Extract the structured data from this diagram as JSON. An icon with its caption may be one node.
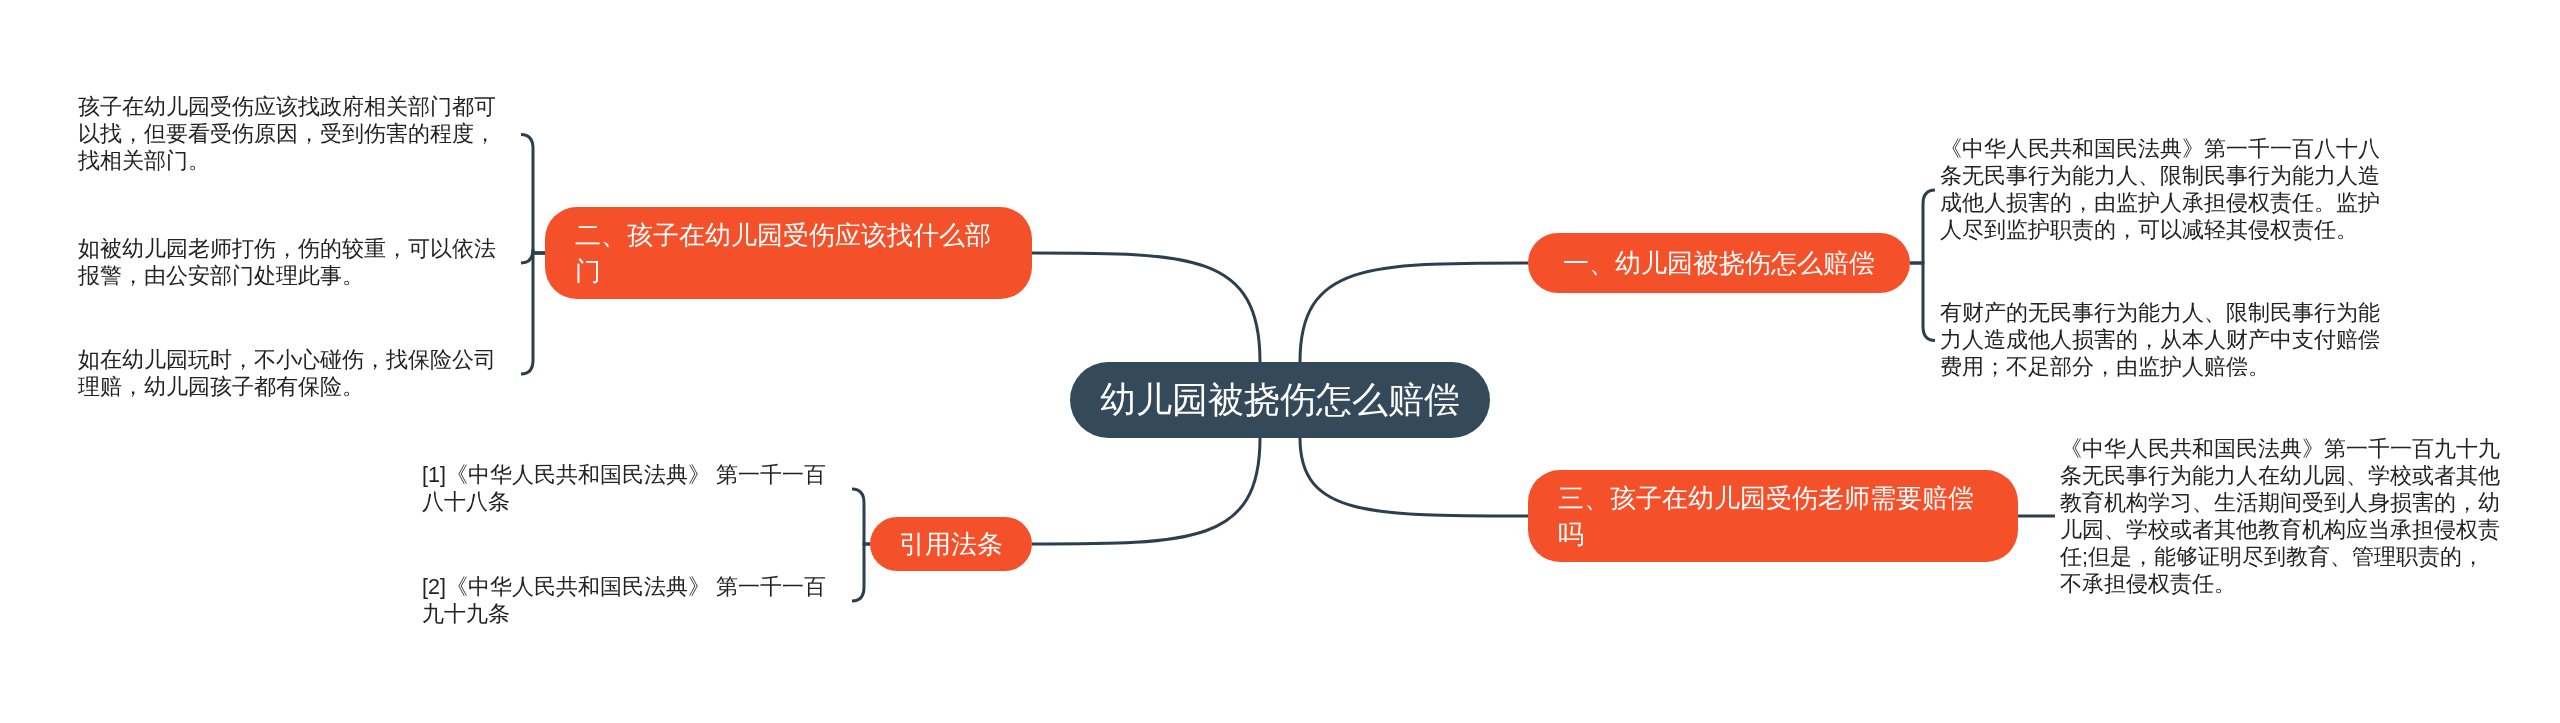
{
  "diagram": {
    "nodes": [
      {
        "text": [
          "幼儿园被挠伤怎么赔偿"
        ]
      },
      {
        "text": [
          "一、幼儿园被挠伤怎么赔偿"
        ]
      },
      {
        "text": [
          "《中华人民共和国民法典》第一千一百八十八条无民事行为能力人、限制民事行为能力人造成他人损害的，由监护人承担侵权责任。监护人尽到监护职责的，可以减轻其侵权责任。"
        ]
      },
      {
        "text": [
          "有财产的无民事行为能力人、限制民事行为能力人造成他人损害的，从本人财产中支付赔偿费用；不足部分，由监护人赔偿。"
        ]
      },
      {
        "text": [
          "二、孩子在幼儿园受伤应该找什么部门"
        ]
      },
      {
        "text": [
          "孩子在幼儿园受伤应该找政府相关部门都可以找，但要看受伤原因，受到伤害的程度，找相关部门。"
        ]
      },
      {
        "text": [
          "如被幼儿园老师打伤，伤的较重，可以依法报警，由公安部门处理此事。"
        ]
      },
      {
        "text": [
          "如在幼儿园玩时，不小心碰伤，找保险公司理赔，幼儿园孩子都有保险。"
        ]
      },
      {
        "text": [
          "三、孩子在幼儿园受伤老师需要赔偿吗"
        ]
      },
      {
        "text": [
          "《中华人民共和国民法典》第一千一百九十九条无民事行为能力人在幼儿园、学校或者其他教育机构学习、生活期间受到人身损害的，幼儿园、学校或者其他教育机构应当承担侵权责任;但是，能够证明尽到教育、管理职责的，不承担侵权责任。"
        ]
      },
      {
        "text": [
          "引用法条"
        ]
      },
      {
        "text": [
          "[1]《中华人民共和国民法典》 第一千一百八十八条"
        ]
      },
      {
        "text": [
          "[2]《中华人民共和国民法典》 第一千一百九十九条"
        ]
      }
    ],
    "edges": [
      {
        "from": 0,
        "to": 1,
        "arrow": "none"
      },
      {
        "from": 1,
        "to": 2,
        "arrow": "none"
      },
      {
        "from": 1,
        "to": 3,
        "arrow": "none"
      },
      {
        "from": 0,
        "to": 4,
        "arrow": "none"
      },
      {
        "from": 4,
        "to": 5,
        "arrow": "none"
      },
      {
        "from": 4,
        "to": 6,
        "arrow": "none"
      },
      {
        "from": 4,
        "to": 7,
        "arrow": "none"
      },
      {
        "from": 0,
        "to": 8,
        "arrow": "none"
      },
      {
        "from": 8,
        "to": 9,
        "arrow": "none"
      },
      {
        "from": 0,
        "to": 10,
        "arrow": "none"
      },
      {
        "from": 10,
        "to": 11,
        "arrow": "none"
      },
      {
        "from": 10,
        "to": 12,
        "arrow": "none"
      }
    ]
  }
}
